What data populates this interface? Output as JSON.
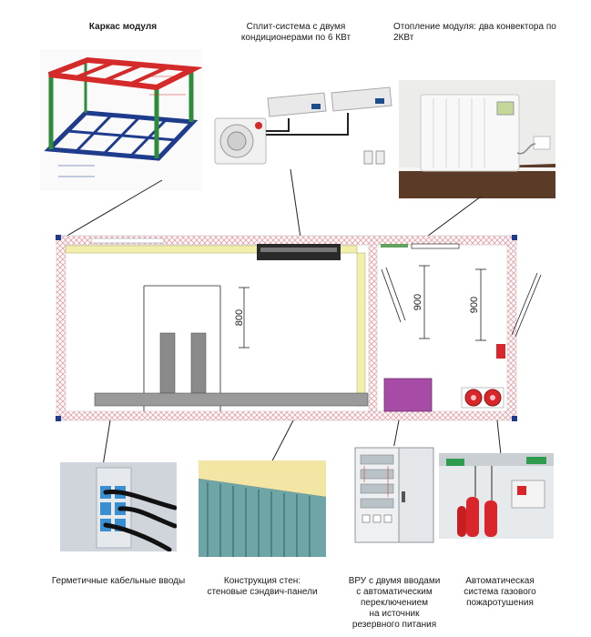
{
  "captions": {
    "frame": "Каркас модуля",
    "split_line1": "Сплит-система с двумя",
    "split_line2": "кондиционерами по 6 КВт",
    "heating": "Отопление модуля: два конвектора по 2КВт",
    "cable": "Герметичные кабельные вводы",
    "walls_line1": "Конструкция стен:",
    "walls_line2": "стеновые сэндвич-панели",
    "vru_line1": "ВРУ с двумя вводами",
    "vru_line2": "с автоматическим",
    "vru_line3": "переключением",
    "vru_line4": "на источник",
    "vru_line5": "резервного питания",
    "fire_line1": "Автоматическая",
    "fire_line2": "система газового",
    "fire_line3": "пожаротушения"
  },
  "dimensions": {
    "d1": "800",
    "d2": "900",
    "d3": "900"
  },
  "colors": {
    "wall_hatch": "#e8a0a8",
    "frame_red": "#d42a2a",
    "frame_blue": "#1f3c8c",
    "frame_green": "#2e8b3a",
    "vru_purple": "#a64ca6",
    "extinguisher_red": "#d8262a",
    "yellow_panel": "#f2efaa"
  }
}
